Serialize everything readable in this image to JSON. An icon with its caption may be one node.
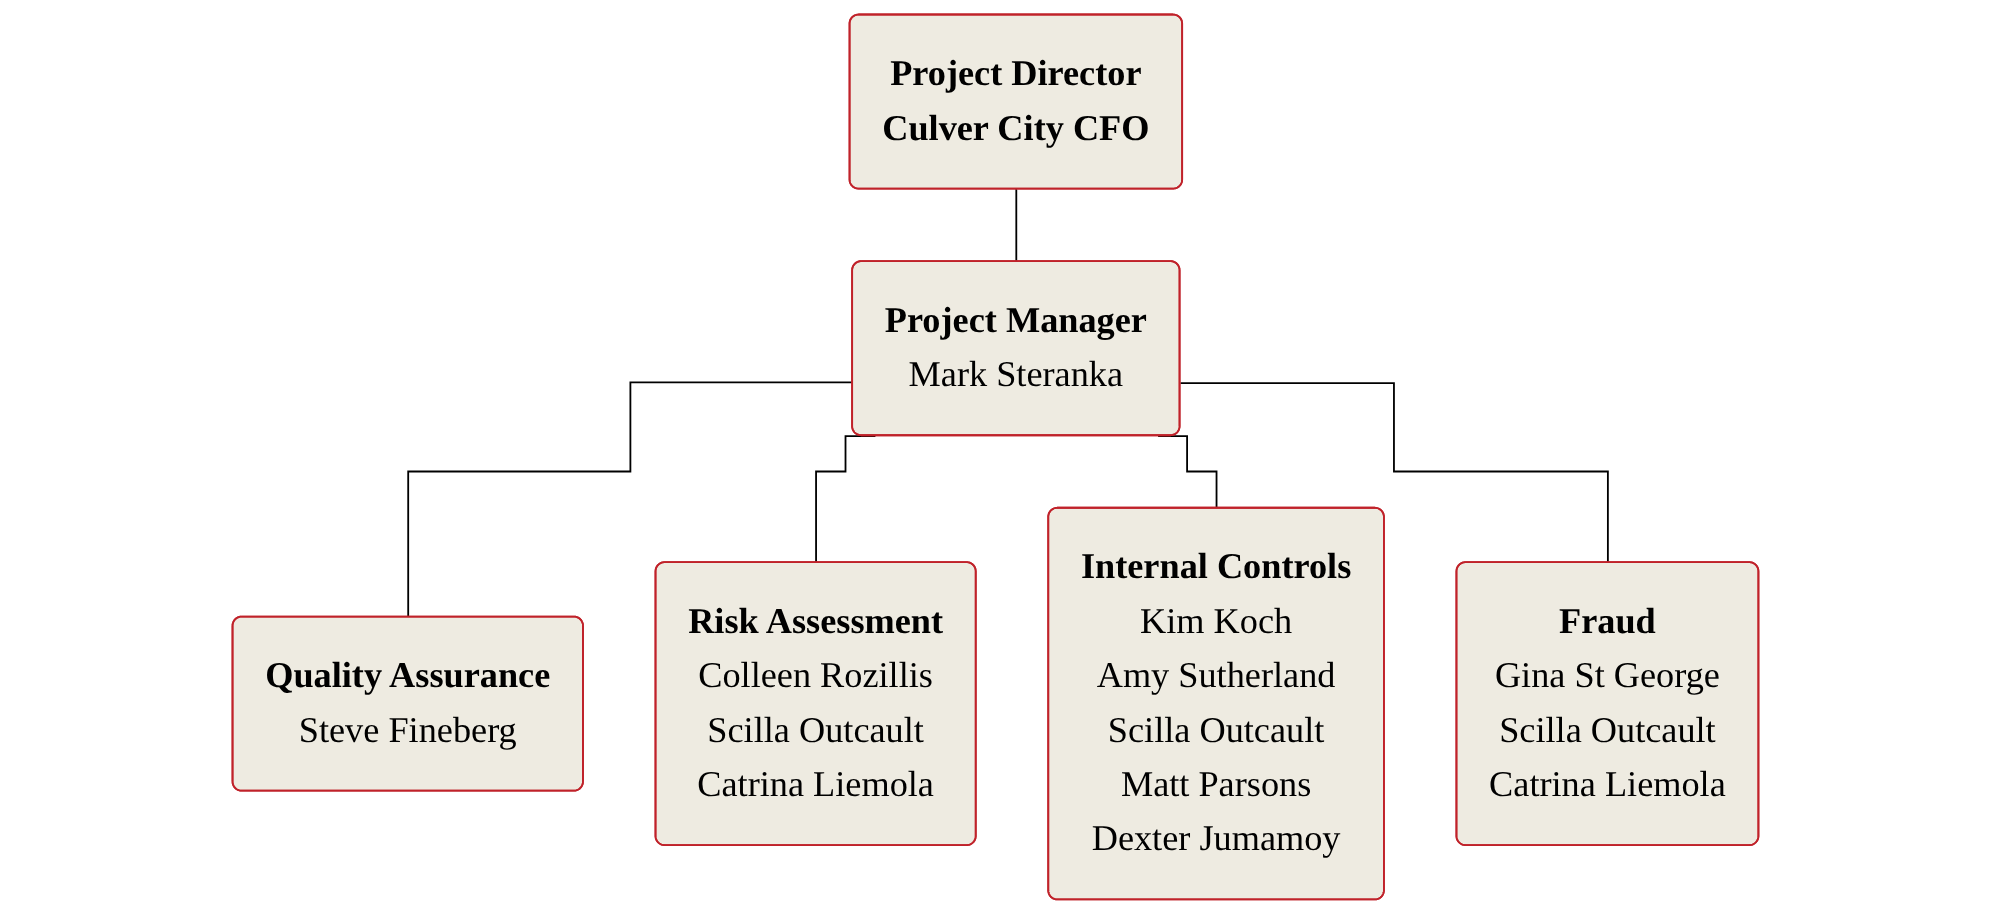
{
  "diagram": {
    "nodes": [
      {
        "text": [
          "Project Director",
          "Culver City CFO"
        ]
      },
      {
        "text": [
          "Project Manager",
          "Mark Steranka"
        ]
      },
      {
        "text": [
          "Quality Assurance",
          "Steve Fineberg"
        ]
      },
      {
        "text": [
          "Risk Assessment",
          "Colleen Rozillis",
          "Scilla Outcault",
          "Catrina Liemola"
        ]
      },
      {
        "text": [
          "Internal Controls",
          "Kim Koch",
          "Amy Sutherland",
          "Scilla Outcault",
          "Matt Parsons",
          "Dexter Jumamoy"
        ]
      },
      {
        "text": [
          "Fraud",
          "Gina St George",
          "Scilla Outcault",
          "Catrina Liemola"
        ]
      }
    ],
    "edges": [
      {
        "from": 0,
        "to": 1,
        "arrow": "none"
      },
      {
        "from": 1,
        "to": 2,
        "arrow": "none"
      },
      {
        "from": 1,
        "to": 3,
        "arrow": "none"
      },
      {
        "from": 1,
        "to": 4,
        "arrow": "none"
      },
      {
        "from": 1,
        "to": 5,
        "arrow": "none"
      }
    ]
  }
}
